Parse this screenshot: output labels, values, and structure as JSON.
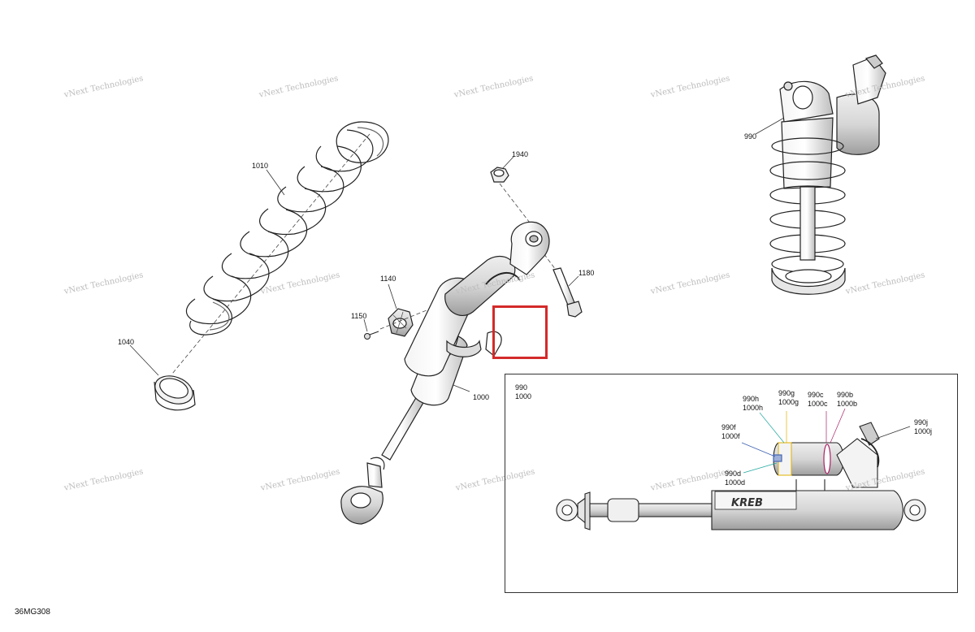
{
  "reference_code": "36MG308",
  "watermark": {
    "line1": "vNext",
    "line2": "Technologies",
    "text_short": "vNext Technologies"
  },
  "callouts": {
    "spring": "1010",
    "spring_retainer": "1040",
    "nut_top": "1940",
    "knob": "1140",
    "screw": "1150",
    "bolt": "1180",
    "shock": "1000",
    "shock_assembly_view": "990"
  },
  "inset": {
    "header": "990\n1000",
    "labels": {
      "h": "990h\n1000h",
      "g": "990g\n1000g",
      "c": "990c\n1000c",
      "b": "990b\n1000b",
      "j": "990j\n1000j",
      "f": "990f\n1000f",
      "d": "990d\n1000d"
    },
    "brand_text": "KREB"
  },
  "highlight": {
    "color": "#d42a2a"
  }
}
